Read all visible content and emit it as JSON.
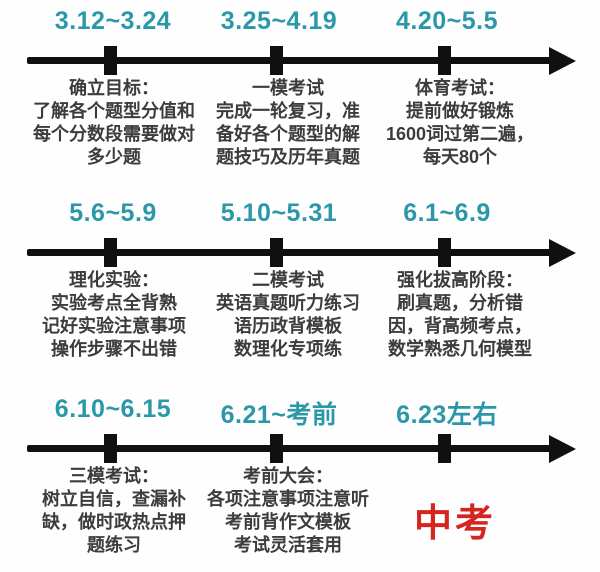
{
  "colors": {
    "accent_teal": "#2a98a8",
    "timeline_black": "#101010",
    "text_dark": "#3c3c3c",
    "highlight_red": "#d4261f",
    "background": "#fefefe"
  },
  "timeline_rows": [
    {
      "events": [
        {
          "date": "3.12~3.24",
          "lines": [
            "确立目标：",
            "了解各个题型分值和",
            "每个分数段需要做对",
            "多少题"
          ]
        },
        {
          "date": "3.25~4.19",
          "lines": [
            "一模考试",
            "完成一轮复习，准",
            "备好各个题型的解",
            "题技巧及历年真题"
          ]
        },
        {
          "date": "4.20~5.5",
          "lines": [
            "体育考试：",
            "提前做好锻炼",
            "1600词过第二遍，",
            "每天80个"
          ]
        }
      ]
    },
    {
      "events": [
        {
          "date": "5.6~5.9",
          "lines": [
            "理化实验：",
            "实验考点全背熟",
            "记好实验注意事项",
            "操作步骤不出错"
          ]
        },
        {
          "date": "5.10~5.31",
          "lines": [
            "二模考试",
            "英语真题听力练习",
            "语历政背模板",
            "数理化专项练"
          ]
        },
        {
          "date": "6.1~6.9",
          "lines": [
            "强化拔高阶段：",
            "刷真题，分析错",
            "因，背高频考点，",
            "数学熟悉几何模型"
          ]
        }
      ]
    },
    {
      "events": [
        {
          "date": "6.10~6.15",
          "lines": [
            "三模考试：",
            "树立自信，查漏补",
            "缺，做时政热点押",
            "题练习"
          ]
        },
        {
          "date": "6.21~考前",
          "lines": [
            "考前大会：",
            "各项注意事项注意听",
            "考前背作文模板",
            "考试灵活套用"
          ]
        },
        {
          "date": "6.23左右",
          "highlight_label": "中考"
        }
      ]
    }
  ]
}
